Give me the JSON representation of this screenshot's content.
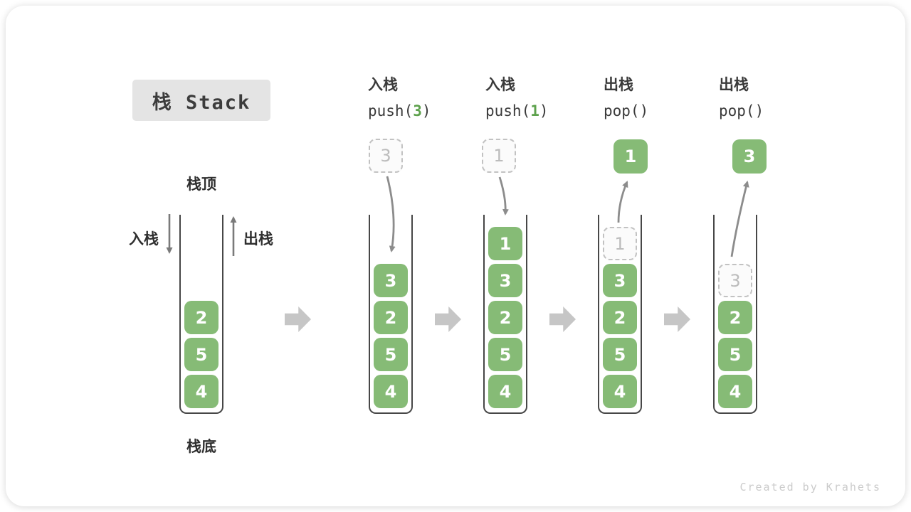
{
  "title": "栈 Stack",
  "labels": {
    "stack_top": "栈顶",
    "stack_bottom": "栈底",
    "push_side": "入栈",
    "pop_side": "出栈"
  },
  "watermark": "Created by Krahets",
  "colors": {
    "cell_green": "#86bb76",
    "code_arg_green": "#5da14c",
    "wall_gray": "#474747",
    "curved_arrow_gray": "#8c8c8c",
    "straight_arrow_gray": "#7a7a7a",
    "block_arrow_gray": "#c6c6c6",
    "title_bg": "#e4e4e4",
    "ghost_border": "#c2c2c2",
    "ghost_text": "#bcbcbc",
    "watermark_gray": "#cbcbcb"
  },
  "stacks": [
    {
      "name": "initial",
      "cells": [
        "2",
        "5",
        "4"
      ]
    },
    {
      "name": "after-push-3",
      "op_zh": "入栈",
      "code_pre": "push(",
      "code_arg": "3",
      "code_post": ")",
      "fly_value": "3",
      "cells": [
        "3",
        "2",
        "5",
        "4"
      ]
    },
    {
      "name": "after-push-1",
      "op_zh": "入栈",
      "code_pre": "push(",
      "code_arg": "1",
      "code_post": ")",
      "fly_value": "1",
      "cells": [
        "1",
        "3",
        "2",
        "5",
        "4"
      ]
    },
    {
      "name": "after-pop-1",
      "op_zh": "出栈",
      "code_pre": "pop()",
      "code_arg": "",
      "code_post": "",
      "fly_value": "1",
      "ghost": "1",
      "cells": [
        "3",
        "2",
        "5",
        "4"
      ]
    },
    {
      "name": "after-pop-3",
      "op_zh": "出栈",
      "code_pre": "pop()",
      "code_arg": "",
      "code_post": "",
      "fly_value": "3",
      "ghost": "3",
      "cells": [
        "2",
        "5",
        "4"
      ]
    }
  ]
}
